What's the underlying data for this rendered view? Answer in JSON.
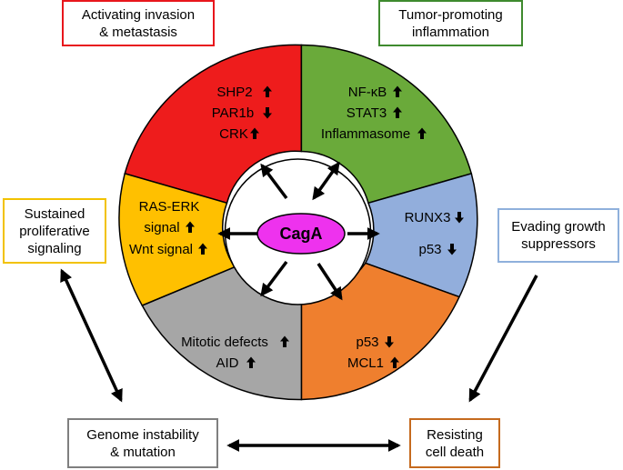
{
  "center": {
    "label": "CagA",
    "color": "#ee32ee"
  },
  "segments": {
    "invasion": {
      "color": "#ee1c1c",
      "lines": [
        "SHP2",
        "PAR1b",
        "CRK"
      ],
      "arrows": [
        "up",
        "down",
        "up"
      ]
    },
    "inflammation": {
      "color": "#6aaa3a",
      "lines": [
        "NF-κB",
        "STAT3",
        "Inflammasome"
      ],
      "arrows": [
        "up",
        "up",
        "up"
      ]
    },
    "suppressors": {
      "color": "#92aedc",
      "lines": [
        "RUNX3",
        "p53"
      ],
      "arrows": [
        "down",
        "down"
      ]
    },
    "death": {
      "color": "#ef7f2e",
      "lines": [
        "p53",
        "MCL1"
      ],
      "arrows": [
        "down",
        "up"
      ]
    },
    "genome": {
      "color": "#a6a6a6",
      "lines": [
        "Mitotic defects",
        "AID"
      ],
      "arrows": [
        "up",
        "up"
      ]
    },
    "proliferative": {
      "color": "#ffc000",
      "lines": [
        "RAS-ERK",
        "signal",
        "Wnt signal"
      ],
      "arrows": [
        "none",
        "up",
        "up"
      ]
    }
  },
  "boxes": {
    "invasion": {
      "line1": "Activating invasion",
      "line2": "& metastasis",
      "color": "#e8161c"
    },
    "inflammation": {
      "line1": "Tumor-promoting",
      "line2": "inflammation",
      "color": "#3e8a2e"
    },
    "suppressors": {
      "line1": "Evading growth",
      "line2": "suppressors",
      "color": "#8fb0dc"
    },
    "death": {
      "line1": "Resisting",
      "line2": "cell death",
      "color": "#c56a1e"
    },
    "genome": {
      "line1": "Genome instability",
      "line2": "& mutation",
      "color": "#7f7f7f"
    },
    "proliferative": {
      "line1": "Sustained",
      "line2": "proliferative",
      "line3": "signaling",
      "color": "#f2c200"
    }
  }
}
